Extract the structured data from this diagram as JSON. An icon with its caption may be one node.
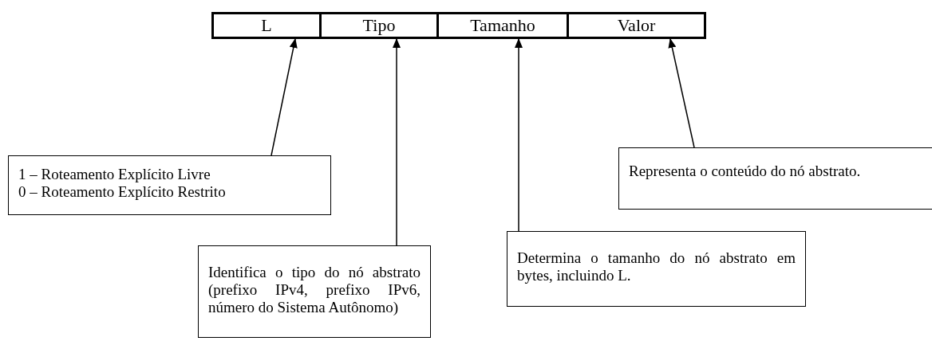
{
  "diagram": {
    "nodes": [
      {
        "text": [
          "L"
        ]
      },
      {
        "text": [
          "Tipo"
        ]
      },
      {
        "text": [
          "Tamanho"
        ]
      },
      {
        "text": [
          "Valor"
        ]
      },
      {
        "text": [
          "1 – Roteamento Explícito Livre",
          "0 – Roteamento Explícito Restrito"
        ]
      },
      {
        "text": [
          "Identifica o tipo do nó abstrato (prefixo IPv4, prefixo IPv6, número do Sistema Autônomo)"
        ]
      },
      {
        "text": [
          "Determina o tamanho do nó abstrato em bytes, incluindo L."
        ]
      },
      {
        "text": [
          "Representa o conteúdo do nó abstrato."
        ]
      }
    ],
    "edges": [
      {
        "from": 4,
        "to": 0,
        "arrow": "to"
      },
      {
        "from": 5,
        "to": 1,
        "arrow": "to"
      },
      {
        "from": 6,
        "to": 2,
        "arrow": "to"
      },
      {
        "from": 7,
        "to": 3,
        "arrow": "to"
      }
    ]
  }
}
